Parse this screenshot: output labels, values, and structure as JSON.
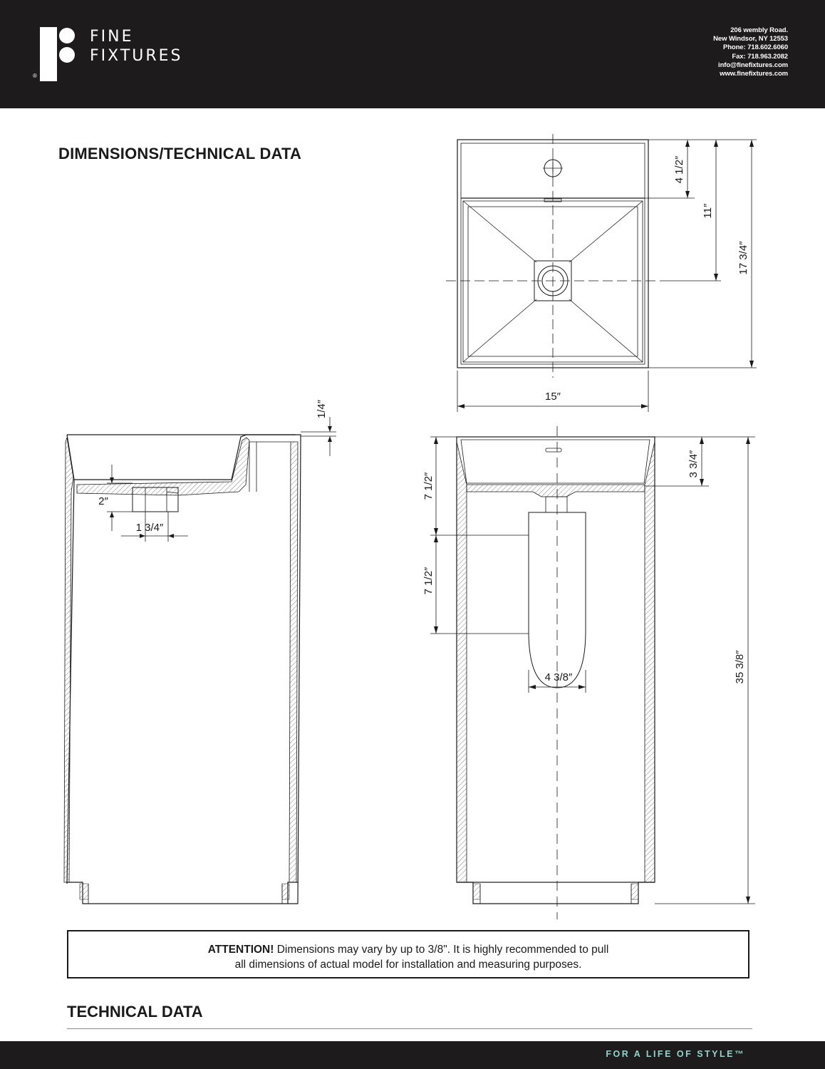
{
  "header": {
    "brand_line1": "FINE",
    "brand_line2": "FIXTURES",
    "registered_mark": "®",
    "contact": [
      "206 wembly Road.",
      "New Windsor, NY 12553",
      "Phone: 718.602.6060",
      "Fax: 718.963.2082",
      "info@finefixtures.com",
      "www.finefixtures.com"
    ]
  },
  "section_title": "DIMENSIONS/TECHNICAL DATA",
  "drawing": {
    "top_view": {
      "width_label": "15″",
      "faucet_depth_label": "4 1/2″",
      "drain_depth_label": "11″",
      "depth_label": "17 3/4″"
    },
    "side_view": {
      "rim_label": "1/4″",
      "drain_height_label": "2″",
      "drain_width_label": "1 3/4″"
    },
    "front_view": {
      "basin_depth_label": "3 3/4″",
      "upper_label": "7 1/2″",
      "lower_label": "7 1/2″",
      "trap_width_label": "4 3/8″",
      "height_label": "35 3/8″"
    }
  },
  "attention": {
    "strong": "ATTENTION!",
    "line1": " Dimensions may vary by up to 3/8\". It is highly recommended to pull",
    "line2": "all dimensions of actual model for installation and measuring purposes."
  },
  "tech_title": "TECHNICAL DATA",
  "footer": {
    "tagline": "FOR A LIFE OF STYLE™"
  },
  "colors": {
    "header_bg": "#1d1b1b",
    "tagline": "#8fd5cc"
  }
}
